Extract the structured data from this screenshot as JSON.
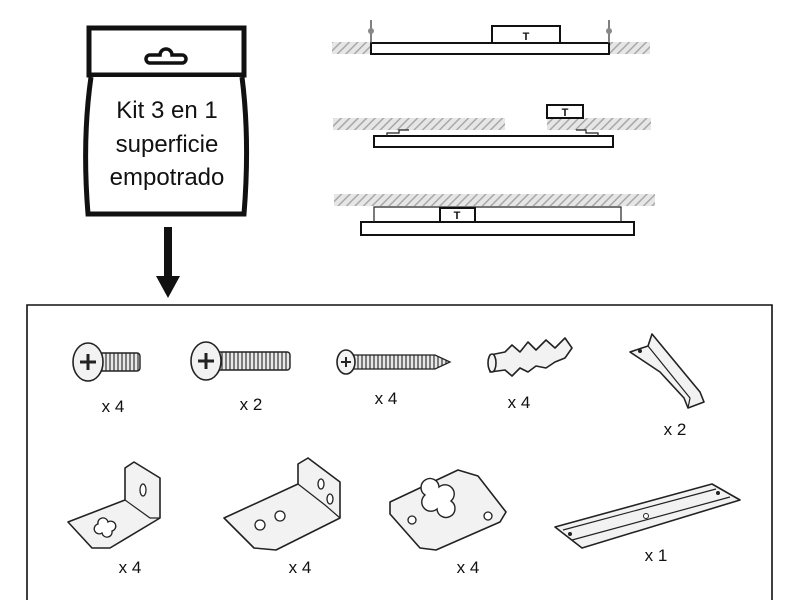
{
  "kit_bag": {
    "lines": [
      "Kit 3 en 1",
      "superficie",
      "empotrado"
    ]
  },
  "mounting_diagrams": {
    "driver_label": "T"
  },
  "parts": [
    {
      "name": "short-screw",
      "quantity": "x 4"
    },
    {
      "name": "long-screw",
      "quantity": "x 2"
    },
    {
      "name": "wood-screw",
      "quantity": "x 4"
    },
    {
      "name": "wall-plug",
      "quantity": "x 4"
    },
    {
      "name": "z-bracket",
      "quantity": "x 2"
    },
    {
      "name": "l-bracket-small",
      "quantity": "x 4"
    },
    {
      "name": "l-bracket-wide",
      "quantity": "x 4"
    },
    {
      "name": "keyhole-bracket",
      "quantity": "x 4"
    },
    {
      "name": "mounting-rail",
      "quantity": "x 1"
    }
  ],
  "colors": {
    "line": "#111111",
    "hatch": "#b5b5b5"
  }
}
